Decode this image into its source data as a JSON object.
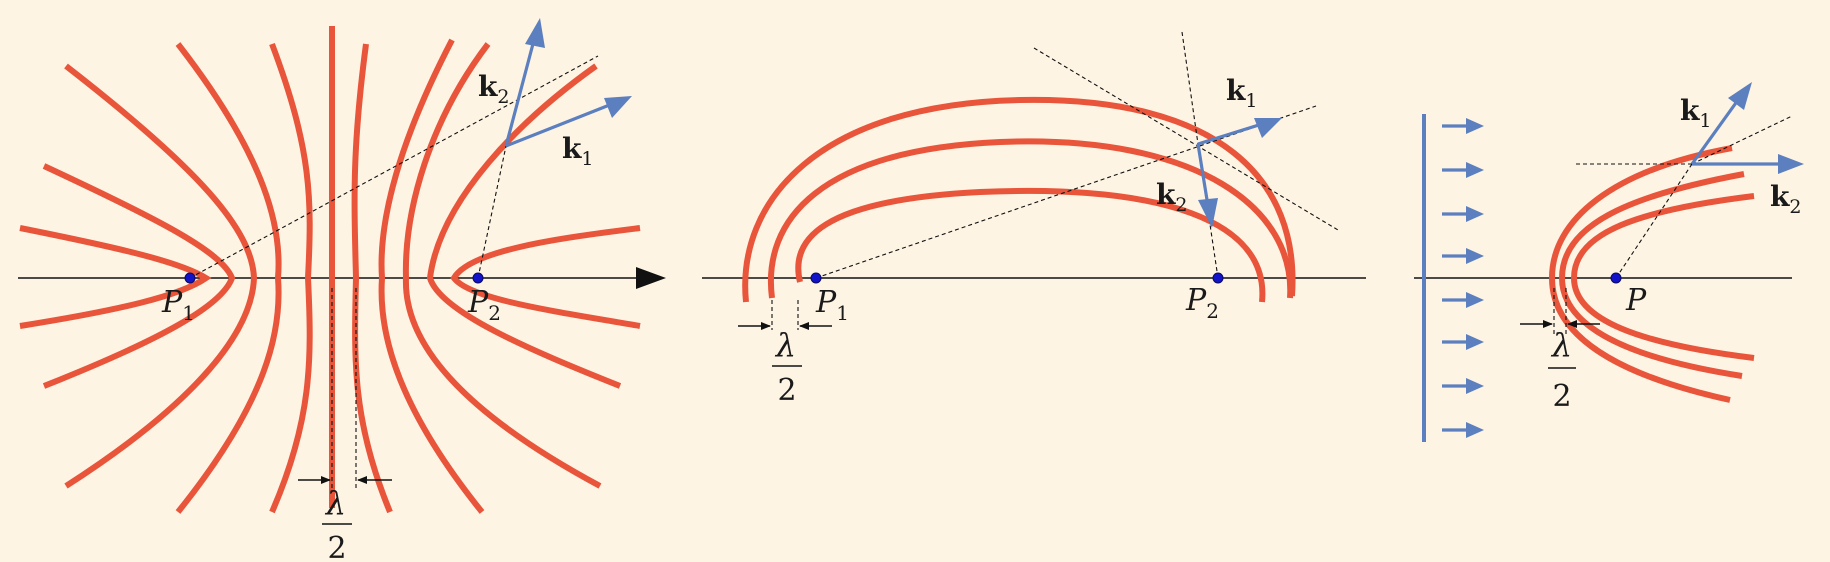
{
  "colors": {
    "background": "#fdf4e4",
    "wavefront": "#e8553a",
    "wave_vector": "#5b7fbf",
    "source_point": "#1212c8",
    "line": "#111111"
  },
  "panel_left": {
    "point_1": {
      "base": "P",
      "sub": "1"
    },
    "point_2": {
      "base": "P",
      "sub": "2"
    },
    "vector_1": {
      "base": "k",
      "sub": "1"
    },
    "vector_2": {
      "base": "k",
      "sub": "2"
    },
    "spacing": {
      "numerator": "λ",
      "denominator": "2"
    }
  },
  "panel_middle": {
    "point_1": {
      "base": "P",
      "sub": "1"
    },
    "point_2": {
      "base": "P",
      "sub": "2"
    },
    "vector_1": {
      "base": "k",
      "sub": "1"
    },
    "vector_2": {
      "base": "k",
      "sub": "2"
    },
    "spacing": {
      "numerator": "λ",
      "denominator": "2"
    }
  },
  "panel_right": {
    "point": {
      "base": "P"
    },
    "vector_1": {
      "base": "k",
      "sub": "1"
    },
    "vector_2": {
      "base": "k",
      "sub": "2"
    },
    "spacing": {
      "numerator": "λ",
      "denominator": "2"
    }
  }
}
